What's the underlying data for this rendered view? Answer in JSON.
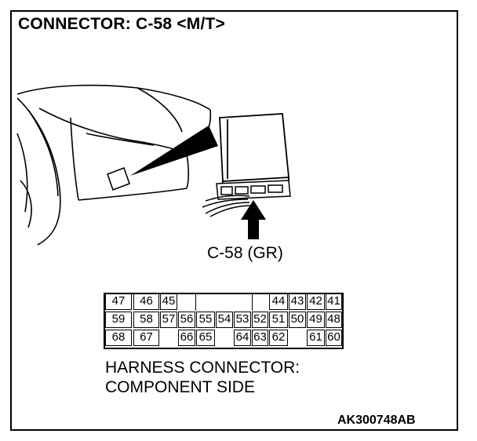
{
  "title": "CONNECTOR: C-58 <M/T>",
  "connector_label": "C-58 (GR)",
  "caption": {
    "line1": "HARNESS CONNECTOR:",
    "line2": "COMPONENT SIDE"
  },
  "figure_code": "AK300748AB",
  "pins": {
    "row1": [
      "47",
      "46",
      "45",
      "",
      "",
      "",
      "",
      "",
      "44",
      "43",
      "42",
      "41"
    ],
    "row2": [
      "59",
      "58",
      "57",
      "56",
      "55",
      "54",
      "53",
      "52",
      "51",
      "50",
      "49",
      "48"
    ],
    "row3": [
      "68",
      "67",
      "",
      "66",
      "65",
      "",
      "64",
      "63",
      "62",
      "",
      "61",
      "60"
    ]
  }
}
